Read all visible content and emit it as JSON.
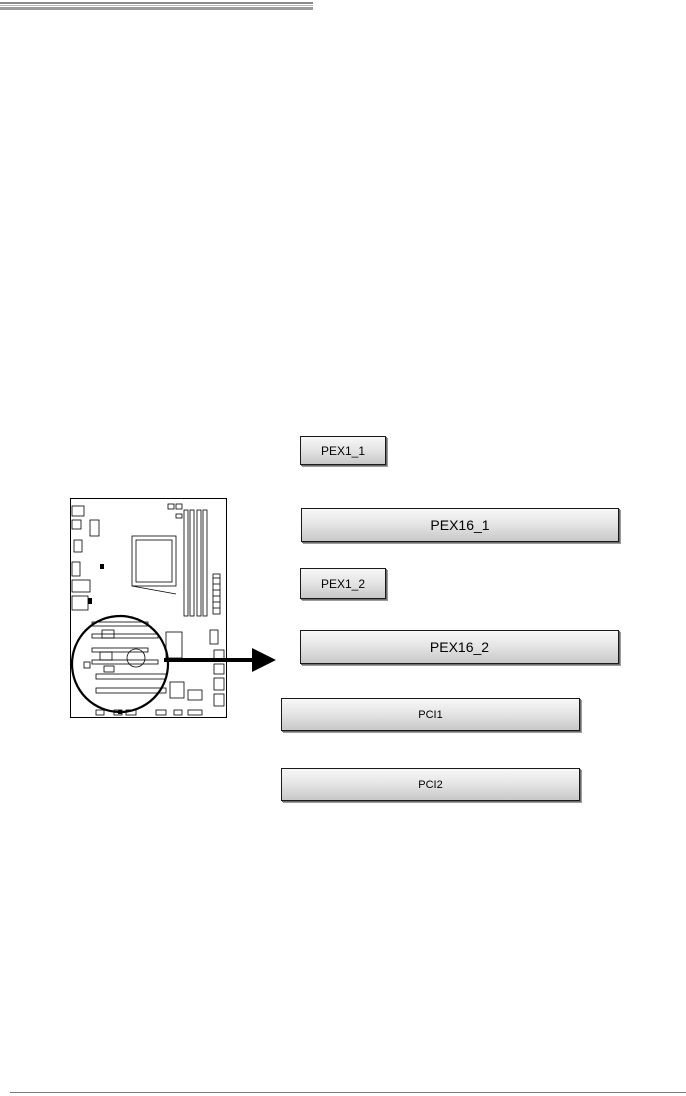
{
  "slots": [
    {
      "id": "pex1_1",
      "label": "PEX1_1"
    },
    {
      "id": "pex16_1",
      "label": "PEX16_1"
    },
    {
      "id": "pex1_2",
      "label": "PEX1_2"
    },
    {
      "id": "pex16_2",
      "label": "PEX16_2"
    },
    {
      "id": "pci1",
      "label": "PCI1"
    },
    {
      "id": "pci2",
      "label": "PCI2"
    }
  ],
  "diagram": {
    "board_icon": "motherboard-layout-icon",
    "highlight_icon": "circle-highlight-icon",
    "arrow_icon": "right-arrow-icon",
    "line_color": "#000000",
    "slot_gradient": [
      "#f7f7f7",
      "#c8c8c8"
    ]
  }
}
